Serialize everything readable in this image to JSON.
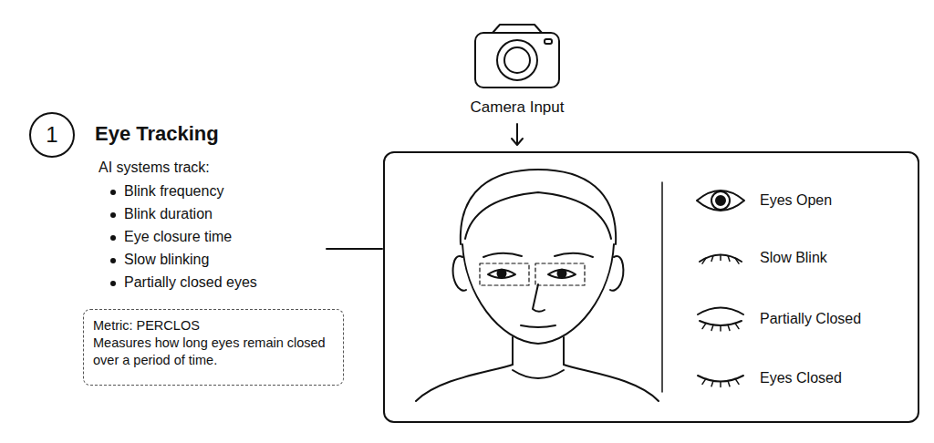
{
  "diagram": {
    "title": "Eye Tracking",
    "nodes": [
      {
        "text": [
          "1"
        ]
      },
      {
        "text": [
          "Metric: PERCLOS",
          "Measures how long eyes remain closed over a period of time."
        ]
      },
      {
        "text": [
          "Eyes Open",
          "Slow Blink",
          "Partially Closed",
          "Eyes Closed"
        ]
      }
    ],
    "labels": [
      "AI systems track:",
      "Blink frequency",
      "Blink duration",
      "Eye closure time",
      "Slow blinking",
      "Partially closed eyes",
      "Camera Input"
    ]
  }
}
